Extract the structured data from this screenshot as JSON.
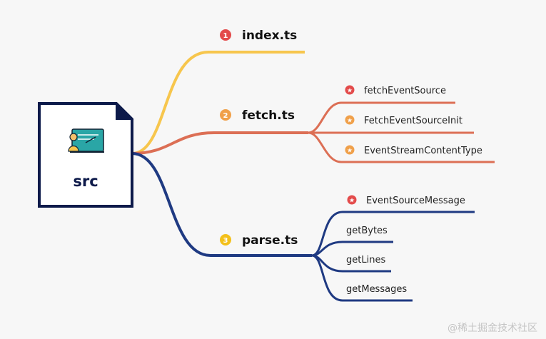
{
  "colors": {
    "index": "#f7c64d",
    "fetch": "#dc6f55",
    "parse": "#1f3a82",
    "root_border": "#0d1a4a",
    "badge_red": "#e34b4b",
    "badge_orange": "#f0a04a",
    "badge_yellow": "#f3c01a"
  },
  "root": {
    "label": "src",
    "icon": "teacher-board-icon"
  },
  "branches": {
    "index": {
      "number": "1",
      "label": "index.ts"
    },
    "fetch": {
      "number": "2",
      "label": "fetch.ts",
      "children": [
        {
          "label": "fetchEventSource",
          "badge": "star-red"
        },
        {
          "label": "FetchEventSourceInit",
          "badge": "star-orange"
        },
        {
          "label": "EventStreamContentType",
          "badge": "star-orange"
        }
      ]
    },
    "parse": {
      "number": "3",
      "label": "parse.ts",
      "children": [
        {
          "label": "EventSourceMessage",
          "badge": "star-red"
        },
        {
          "label": "getBytes"
        },
        {
          "label": "getLines"
        },
        {
          "label": "getMessages"
        }
      ]
    }
  },
  "watermark": "@稀土掘金技术社区"
}
